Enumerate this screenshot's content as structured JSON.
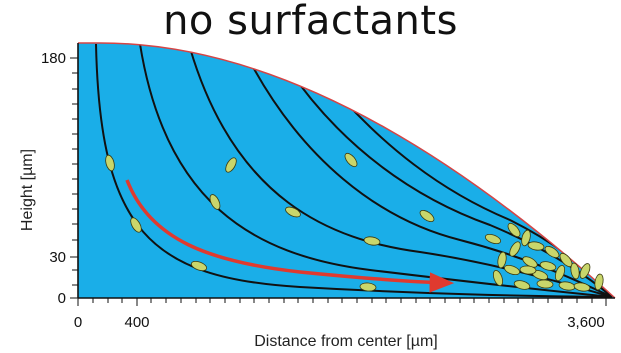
{
  "title": "no surfactants",
  "axes": {
    "xlabel": "Distance from center [µm]",
    "ylabel": "Height [µm]",
    "x_ticks": [
      {
        "value": 0,
        "label": "0"
      },
      {
        "value": 400,
        "label": "400"
      },
      {
        "value": 3600,
        "label": "3,600"
      }
    ],
    "y_ticks": [
      {
        "value": 0,
        "label": "0"
      },
      {
        "value": 30,
        "label": "30"
      },
      {
        "value": 180,
        "label": "180"
      }
    ]
  },
  "colors": {
    "droplet_fill": "#1aaee8",
    "droplet_edge": "#d64545",
    "streamline": "#111111",
    "particle": "#c9d66b",
    "arrow": "#e03a2f"
  }
}
